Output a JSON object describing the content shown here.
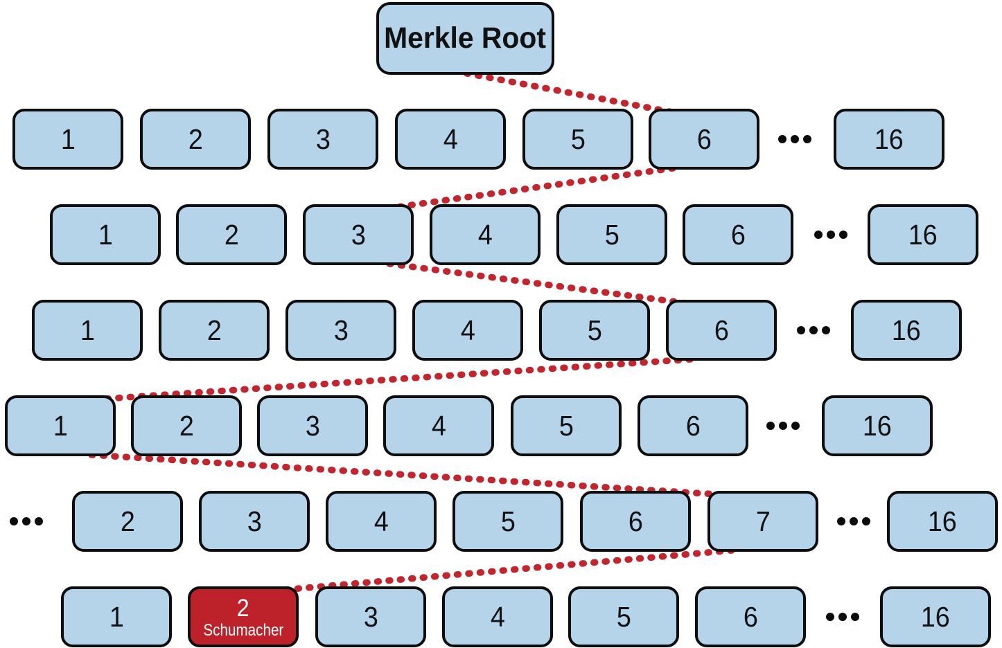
{
  "root": {
    "label": "Merkle Root"
  },
  "rows": [
    {
      "cells": [
        {
          "type": "hash",
          "label": "1"
        },
        {
          "type": "hash",
          "label": "2"
        },
        {
          "type": "hash",
          "label": "3"
        },
        {
          "type": "hash",
          "label": "4"
        },
        {
          "type": "hash",
          "label": "5"
        },
        {
          "type": "hash",
          "label": "6"
        },
        {
          "type": "ellipsis"
        },
        {
          "type": "hash",
          "label": "16"
        }
      ]
    },
    {
      "cells": [
        {
          "type": "hash",
          "label": "1"
        },
        {
          "type": "hash",
          "label": "2"
        },
        {
          "type": "hash",
          "label": "3"
        },
        {
          "type": "hash",
          "label": "4"
        },
        {
          "type": "hash",
          "label": "5"
        },
        {
          "type": "hash",
          "label": "6"
        },
        {
          "type": "ellipsis"
        },
        {
          "type": "hash",
          "label": "16"
        }
      ]
    },
    {
      "cells": [
        {
          "type": "hash",
          "label": "1"
        },
        {
          "type": "hash",
          "label": "2"
        },
        {
          "type": "hash",
          "label": "3"
        },
        {
          "type": "hash",
          "label": "4"
        },
        {
          "type": "hash",
          "label": "5"
        },
        {
          "type": "hash",
          "label": "6"
        },
        {
          "type": "ellipsis"
        },
        {
          "type": "hash",
          "label": "16"
        }
      ]
    },
    {
      "cells": [
        {
          "type": "hash",
          "label": "1"
        },
        {
          "type": "hash",
          "label": "2"
        },
        {
          "type": "hash",
          "label": "3"
        },
        {
          "type": "hash",
          "label": "4"
        },
        {
          "type": "hash",
          "label": "5"
        },
        {
          "type": "hash",
          "label": "6"
        },
        {
          "type": "ellipsis"
        },
        {
          "type": "hash",
          "label": "16"
        }
      ]
    },
    {
      "cells": [
        {
          "type": "ellipsis"
        },
        {
          "type": "hash",
          "label": "2"
        },
        {
          "type": "hash",
          "label": "3"
        },
        {
          "type": "hash",
          "label": "4"
        },
        {
          "type": "hash",
          "label": "5"
        },
        {
          "type": "hash",
          "label": "6"
        },
        {
          "type": "hash",
          "label": "7"
        },
        {
          "type": "ellipsis"
        },
        {
          "type": "hash",
          "label": "16"
        }
      ]
    },
    {
      "cells": [
        {
          "type": "hash",
          "label": "1"
        },
        {
          "type": "hash",
          "label": "2",
          "sublabel": "Schumacher",
          "highlight": true
        },
        {
          "type": "hash",
          "label": "3"
        },
        {
          "type": "hash",
          "label": "4"
        },
        {
          "type": "hash",
          "label": "5"
        },
        {
          "type": "hash",
          "label": "6"
        },
        {
          "type": "ellipsis"
        },
        {
          "type": "hash",
          "label": "16"
        }
      ]
    }
  ],
  "connections": [
    {
      "from": "root",
      "to": "0:5"
    },
    {
      "from": "0:5",
      "to": "1:2"
    },
    {
      "from": "1:2",
      "to": "2:5"
    },
    {
      "from": "2:5",
      "to": "3:0"
    },
    {
      "from": "3:0",
      "to": "4:6"
    },
    {
      "from": "4:6",
      "to": "5:1"
    }
  ],
  "colors": {
    "background": "#ffffff",
    "box_fill": "#b5d3e9",
    "box_border": "#0d0d0d",
    "highlight_fill": "#bd222a",
    "highlight_text": "#ffffff",
    "path_dotted": "#c1252d",
    "ellipsis_dots": "#0b0b0b"
  }
}
